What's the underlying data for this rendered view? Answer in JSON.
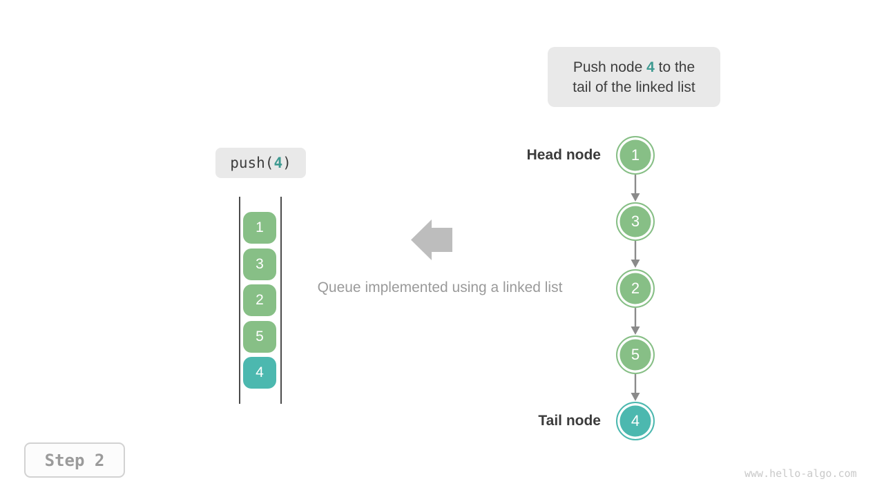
{
  "colors": {
    "green": "#87bf86",
    "teal": "#4cb8af",
    "teal_text": "#3e9a91",
    "node_text": "#ffffff",
    "connector_gray": "#8a8a8a",
    "block_arrow_gray": "#bdbdbd",
    "caption_gray": "#9a9a9a",
    "bubble_bg": "#e9e9e9",
    "dark_text": "#3d3d3d",
    "label_text": "#3b3b3b",
    "step_text": "#9b9b9b",
    "step_border": "#d2d2d2",
    "watermark_gray": "#c9c9c9",
    "wall_color": "#4a4a4a"
  },
  "tooltip": {
    "line1_pre": "Push node ",
    "value": "4",
    "line1_post": " to the",
    "line2": "tail of the linked list"
  },
  "operation": {
    "pre": "push(",
    "value": "4",
    "post": ")"
  },
  "queue": {
    "items": [
      {
        "value": "1",
        "highlight": false
      },
      {
        "value": "3",
        "highlight": false
      },
      {
        "value": "2",
        "highlight": false
      },
      {
        "value": "5",
        "highlight": false
      },
      {
        "value": "4",
        "highlight": true
      }
    ]
  },
  "caption": "Queue implemented using a linked list",
  "linked_list": {
    "head_label": "Head node",
    "tail_label": "Tail node",
    "nodes": [
      {
        "value": "1",
        "highlight": false
      },
      {
        "value": "3",
        "highlight": false
      },
      {
        "value": "2",
        "highlight": false
      },
      {
        "value": "5",
        "highlight": false
      },
      {
        "value": "4",
        "highlight": true
      }
    ]
  },
  "step_label": "Step 2",
  "watermark": "www.hello-algo.com"
}
